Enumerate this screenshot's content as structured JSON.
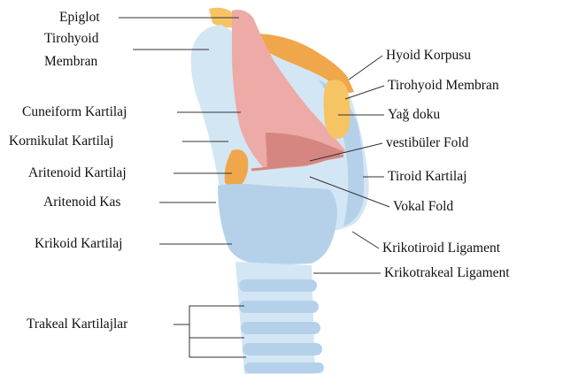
{
  "colors": {
    "cartilage_light": "#d3e6f4",
    "cartilage_mid": "#b5d1ea",
    "cartilage_dark": "#8fb6d9",
    "mucosa_pink": "#eeaaa6",
    "mucosa_dark": "#d68680",
    "fat_orange": "#f0a64a",
    "fat_yellow": "#f6c463",
    "leader_line": "#333333",
    "label_text": "#111111"
  },
  "labels": {
    "epiglot": "Epiglot",
    "tirohyoid_membran_left_1": "Tirohyoid",
    "tirohyoid_membran_left_2": "Membran",
    "cuneiform_kartilaj": "Cuneiform Kartilaj",
    "kornikulat_kartilaj": "Kornikulat Kartilaj",
    "aritenoid_kartilaj": "Aritenoid Kartilaj",
    "aritenoid_kas": "Aritenoid Kas",
    "krikoid_kartilaj": "Krikoid Kartilaj",
    "trakeal_kartilajlar": "Trakeal Kartilajlar",
    "hyoid_korpusu": "Hyoid Korpusu",
    "tirohyoid_membran_right": "Tirohyoid Membran",
    "yag_doku": "Yağ doku",
    "vestibuler_fold": "vestibüler Fold",
    "tiroid_kartilaj": "Tiroid Kartilaj",
    "vokal_fold": "Vokal Fold",
    "krikotiroid_ligament": "Krikotiroid Ligament",
    "krikotrakeal_ligament": "Krikotrakeal Ligament"
  }
}
